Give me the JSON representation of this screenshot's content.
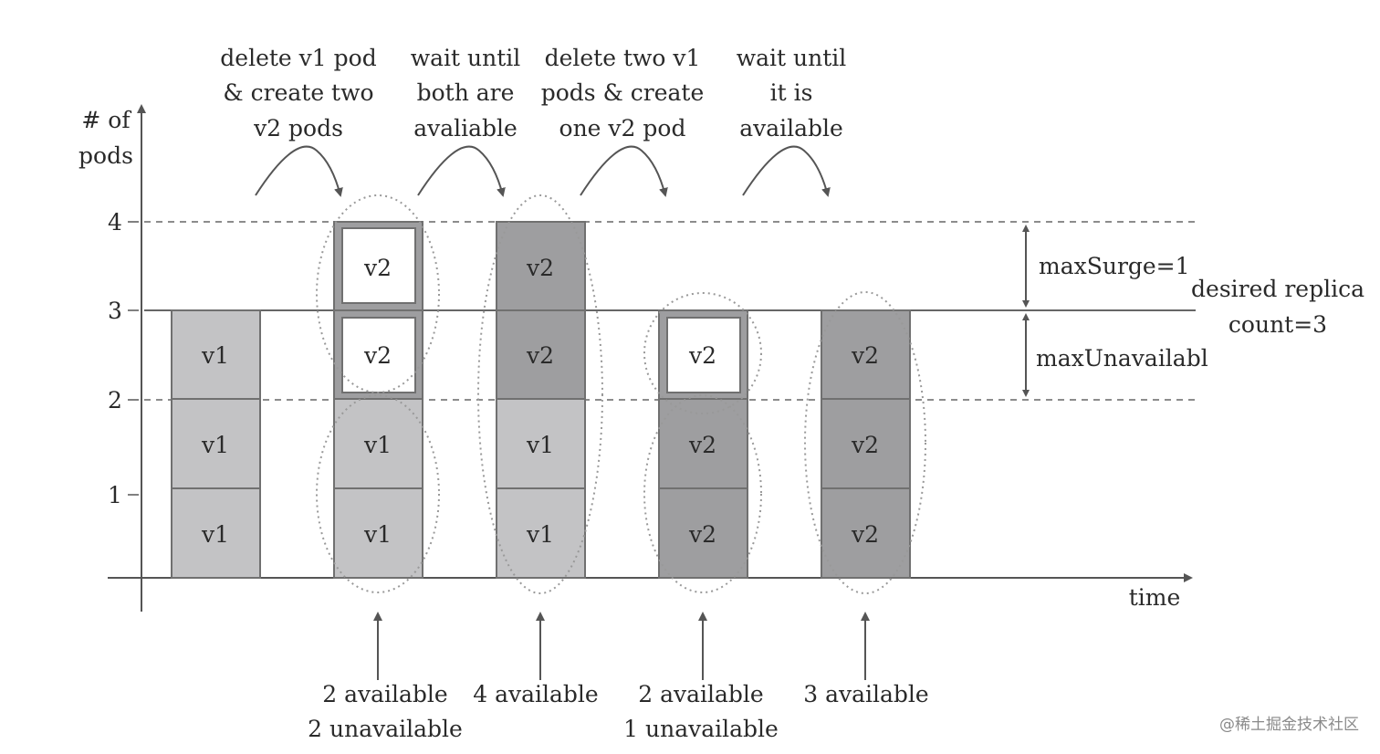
{
  "axis": {
    "y_label_line1": "# of",
    "y_label_line2": "pods",
    "x_label": "time",
    "ticks": [
      "1",
      "2",
      "3",
      "4"
    ]
  },
  "steps": [
    {
      "line1": "delete v1 pod",
      "line2": "& create two",
      "line3": "v2 pods"
    },
    {
      "line1": "wait until",
      "line2": "both are",
      "line3": "avaliable"
    },
    {
      "line1": "delete two v1",
      "line2": "pods & create",
      "line3": "one v2 pod"
    },
    {
      "line1": "wait until",
      "line2": "it is",
      "line3": "available"
    }
  ],
  "pods": {
    "col1": [
      "v1",
      "v1",
      "v1"
    ],
    "col2": [
      "v1",
      "v1",
      "v2",
      "v2"
    ],
    "col3": [
      "v1",
      "v1",
      "v2",
      "v2"
    ],
    "col4": [
      "v2",
      "v2",
      "v2"
    ],
    "col5": [
      "v2",
      "v2",
      "v2"
    ]
  },
  "status": [
    {
      "line1": "2 available",
      "line2": "2 unavailable"
    },
    {
      "line1": "4 available",
      "line2": ""
    },
    {
      "line1": "2 available",
      "line2": "1 unavailable"
    },
    {
      "line1": "3 available",
      "line2": ""
    }
  ],
  "annotations": {
    "max_surge": "maxSurge=1",
    "max_unavailable": "maxUnavailabl",
    "desired_line1": "desired replica",
    "desired_line2": "count=3"
  },
  "watermark": "@稀土掘金技术社区",
  "colors": {
    "v1_fill": "#c3c3c5",
    "v2_fill": "#9e9ea0",
    "new_pod_fill": "#ffffff",
    "line": "#666666"
  }
}
